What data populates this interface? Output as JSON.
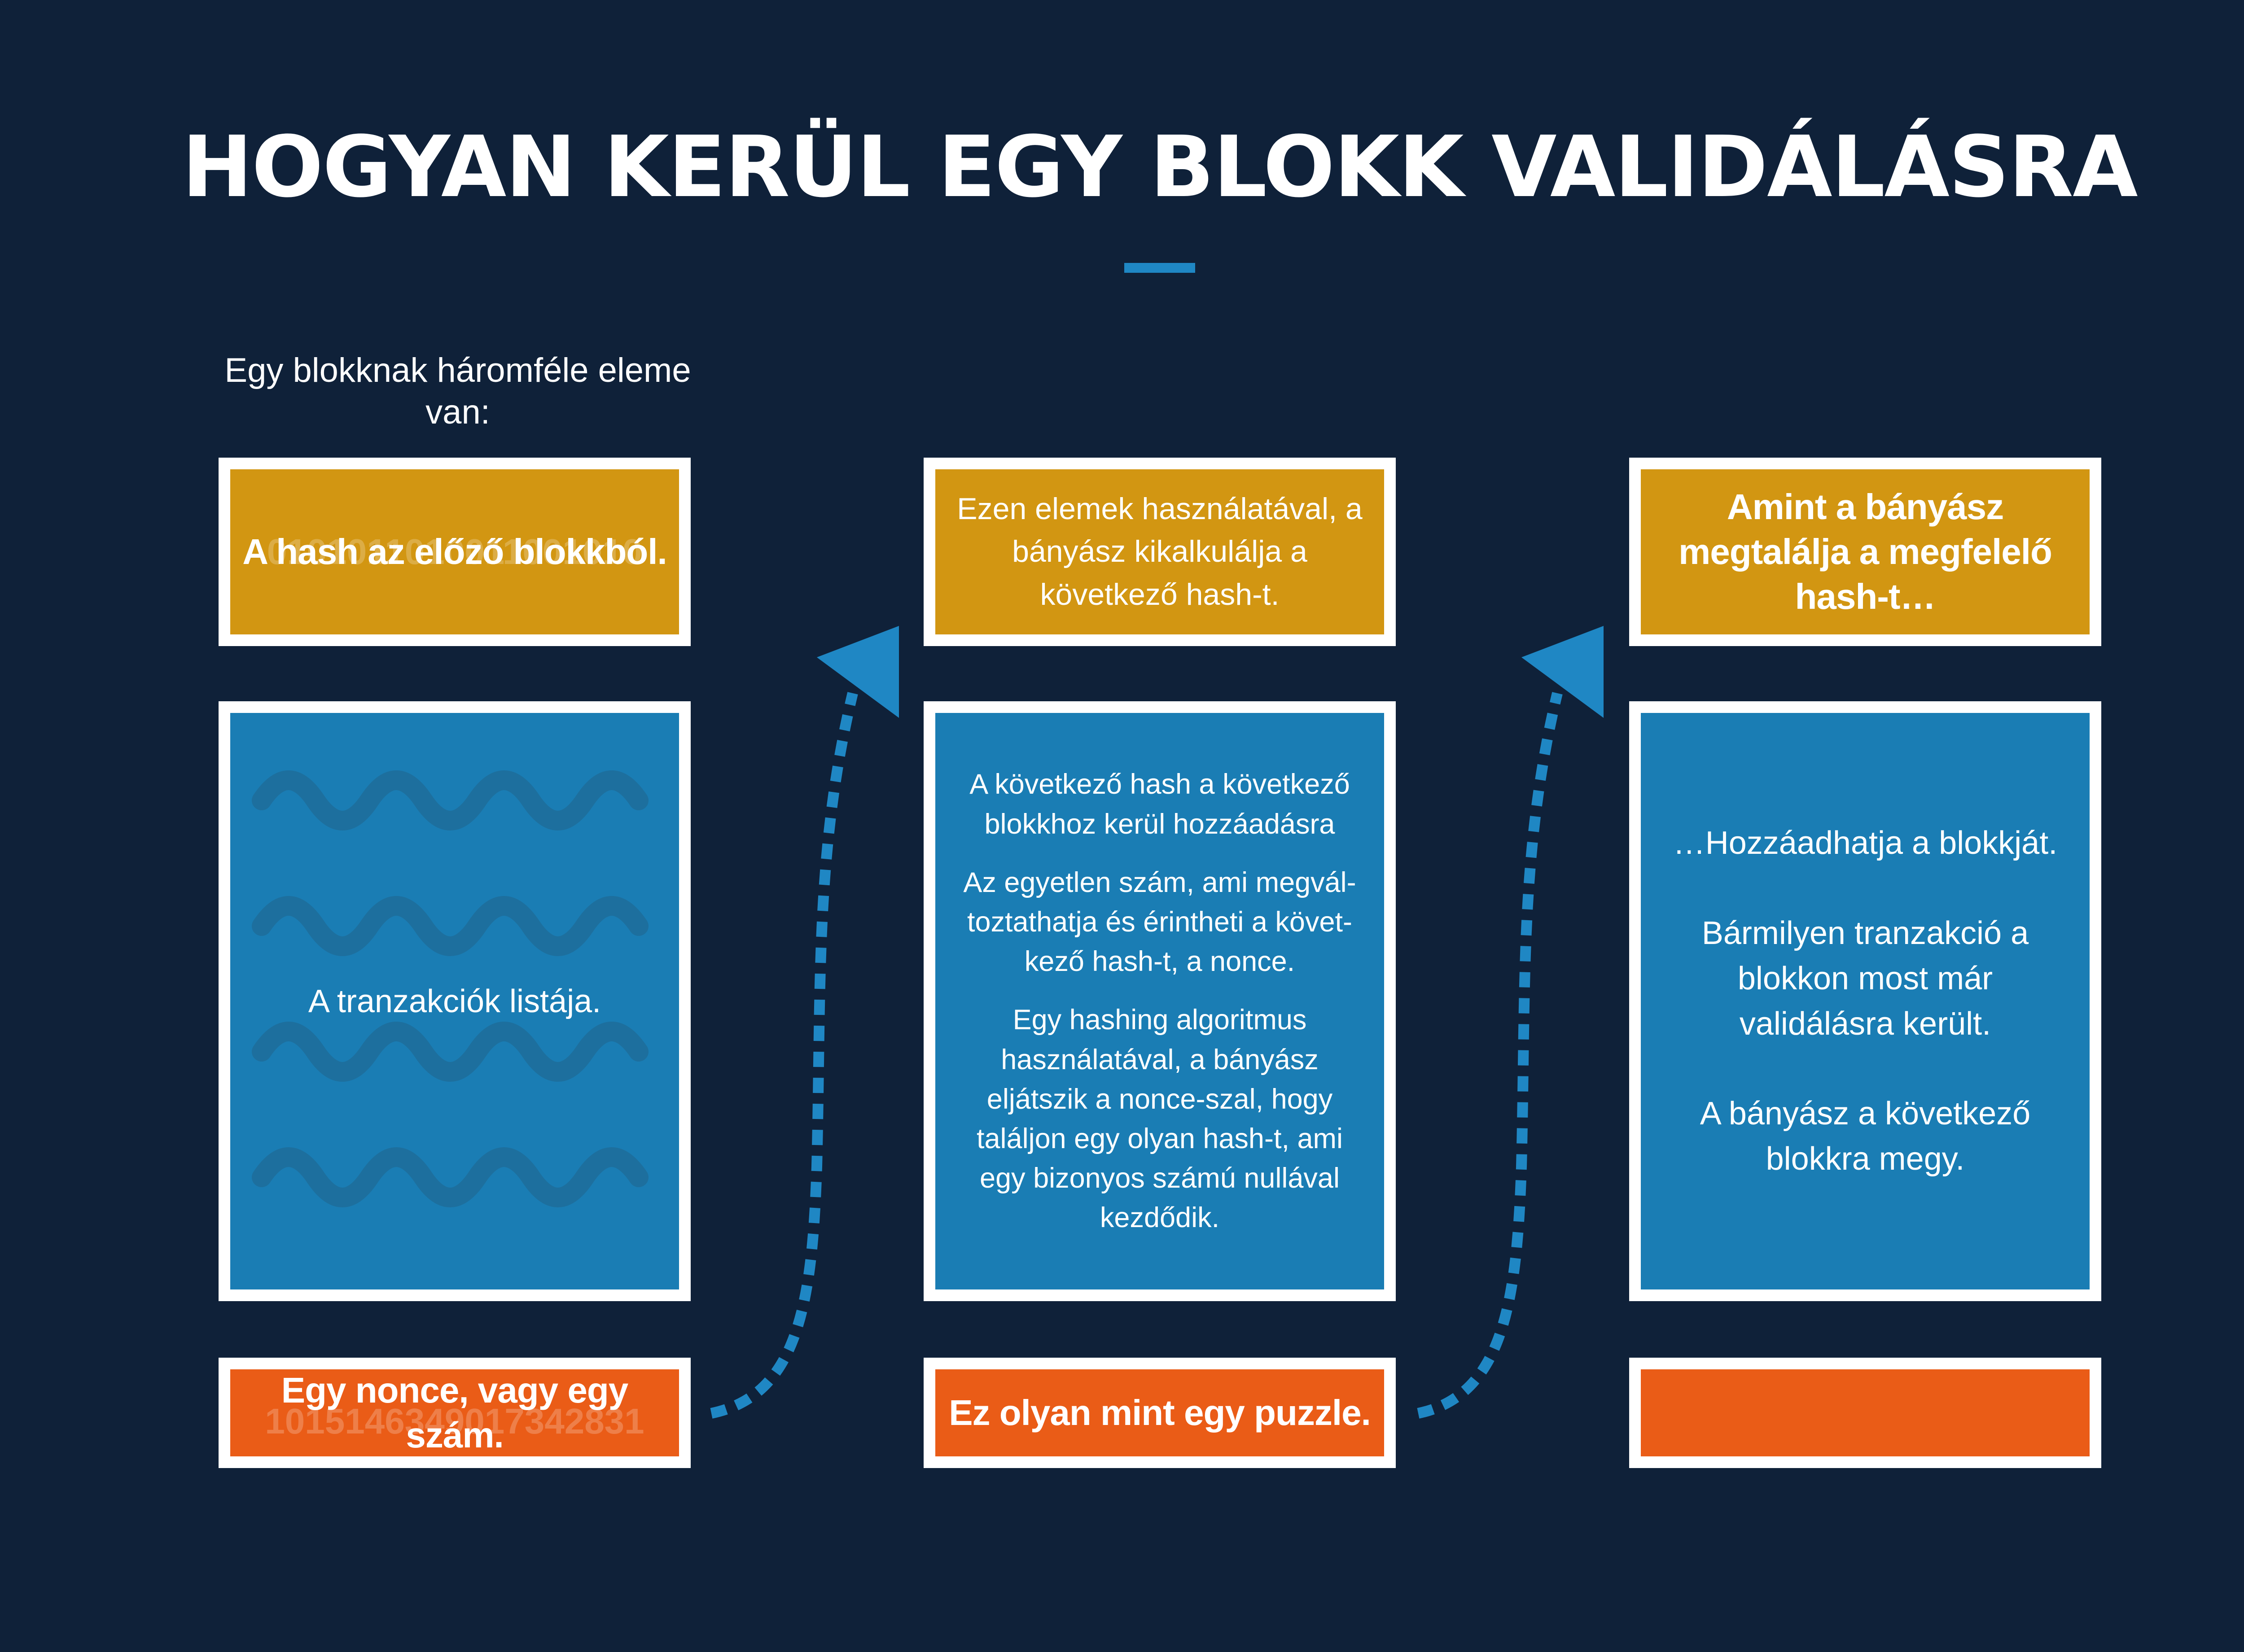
{
  "title": "HOGYAN KERÜL EGY BLOKK VALIDÁLÁSRA",
  "intro": "Egy blokknak háromféle eleme van:",
  "col1": {
    "hash_label": "A hash az előző blokkból.",
    "hash_digits": "0101011010011001010",
    "transactions_label": "A tranzakciók listája.",
    "nonce_label": "Egy nonce, vagy egy szám.",
    "nonce_digits": "1015146349017342831"
  },
  "col2": {
    "top_text": "Ezen elemek használatával, a bányász kikalkulálja a következő hash-t.",
    "para1": "A következő hash a következő blokkhoz kerül hozzáadásra",
    "para2": "Az egyetlen szám, ami megvál-toztathatja és érintheti a követ-kező hash-t, a nonce.",
    "para3": "Egy hashing algoritmus használatával, a bányász eljátszik a nonce-szal, hogy találjon egy olyan hash-t, ami egy bizonyos számú nullával kezdődik.",
    "puzzle_label": "Ez olyan mint egy puzzle."
  },
  "col3": {
    "top_text": "Amint a bányász megtalálja a megfelelő hash-t…",
    "para1": "…Hozzáadhatja a blokkját.",
    "para2": "Bármilyen tranzakció a blokkon most már validálásra került.",
    "para3": "A bányász a következő blokkra megy."
  },
  "colors": {
    "background": "#0f2139",
    "gold": "#d29612",
    "blue": "#1a7db4",
    "orange": "#ea5c17",
    "arrow": "#1f87c4"
  }
}
